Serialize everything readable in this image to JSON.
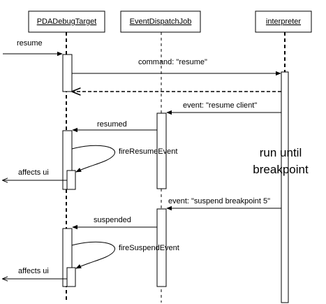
{
  "participants": {
    "pda": "PDADebugTarget",
    "job": "EventDispatchJob",
    "interp": "interpreter"
  },
  "messages": {
    "resume": "resume",
    "command_resume": "command: \"resume\"",
    "event_resume_client": "event: \"resume client\"",
    "resumed": "resumed",
    "fire_resume_event": "fireResumeEvent",
    "affects_ui_1": "affects ui",
    "event_suspend": "event: \"suspend breakpoint 5\"",
    "suspended": "suspended",
    "fire_suspend_event": "fireSuspendEvent",
    "affects_ui_2": "affects ui"
  },
  "note": {
    "line1": "run until",
    "line2": "breakpoint"
  }
}
